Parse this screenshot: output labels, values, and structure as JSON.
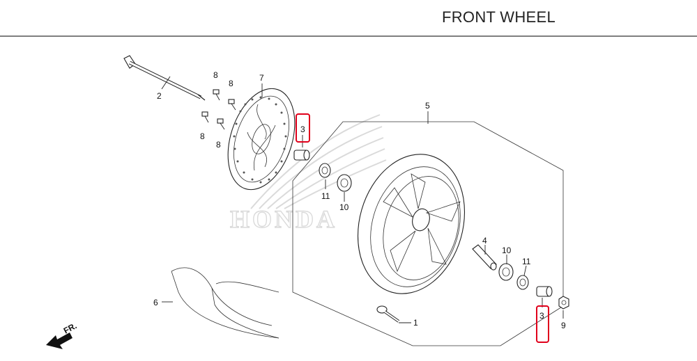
{
  "header": {
    "title": "FRONT WHEEL"
  },
  "watermark": {
    "text": "HONDA",
    "color": "#c8c8c8"
  },
  "highlight_color": "#e0001b",
  "icons": {
    "front_arrow": "arrow-left-down-icon"
  },
  "parts": {
    "p1": "1",
    "p2": "2",
    "p3a": "3",
    "p3b": "3",
    "p4": "4",
    "p5": "5",
    "p6": "6",
    "p7": "7",
    "p8a": "8",
    "p8b": "8",
    "p8c": "8",
    "p8d": "8",
    "p9": "9",
    "p10a": "10",
    "p10b": "10",
    "p11a": "11",
    "p11b": "11"
  },
  "direction": {
    "label": "FR."
  }
}
